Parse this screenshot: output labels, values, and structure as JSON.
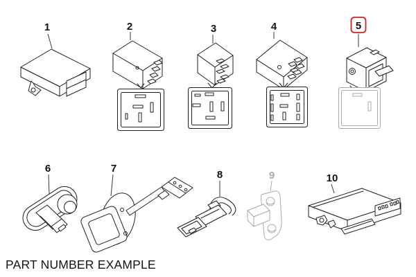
{
  "diagram": {
    "caption": "PART NUMBER EXAMPLE",
    "colors": {
      "background": "#ffffff",
      "line": "#1f1f1f",
      "muted": "#a9a9a9",
      "highlight": "#cc2424",
      "label_text": "#121212"
    },
    "parts": [
      {
        "label": "1",
        "icon": "control-module-icon",
        "highlighted": false,
        "muted": false
      },
      {
        "label": "2",
        "icon": "relay-with-socket-icon",
        "highlighted": false,
        "muted": false
      },
      {
        "label": "3",
        "icon": "relay-with-socket-icon",
        "highlighted": false,
        "muted": false
      },
      {
        "label": "4",
        "icon": "multi-pin-relay-with-socket-icon",
        "highlighted": false,
        "muted": false
      },
      {
        "label": "5",
        "icon": "relay-housing-with-socket-icon",
        "highlighted": true,
        "muted": false
      },
      {
        "label": "6",
        "icon": "push-button-switch-icon",
        "highlighted": false,
        "muted": false
      },
      {
        "label": "7",
        "icon": "steering-column-stalk-switch-icon",
        "highlighted": false,
        "muted": false
      },
      {
        "label": "8",
        "icon": "jumper-plug-with-wire-loop-icon",
        "highlighted": false,
        "muted": false
      },
      {
        "label": "9",
        "icon": "mounting-bracket-icon",
        "highlighted": false,
        "muted": true
      },
      {
        "label": "10",
        "icon": "control-unit-module-icon",
        "highlighted": false,
        "muted": false
      }
    ]
  }
}
